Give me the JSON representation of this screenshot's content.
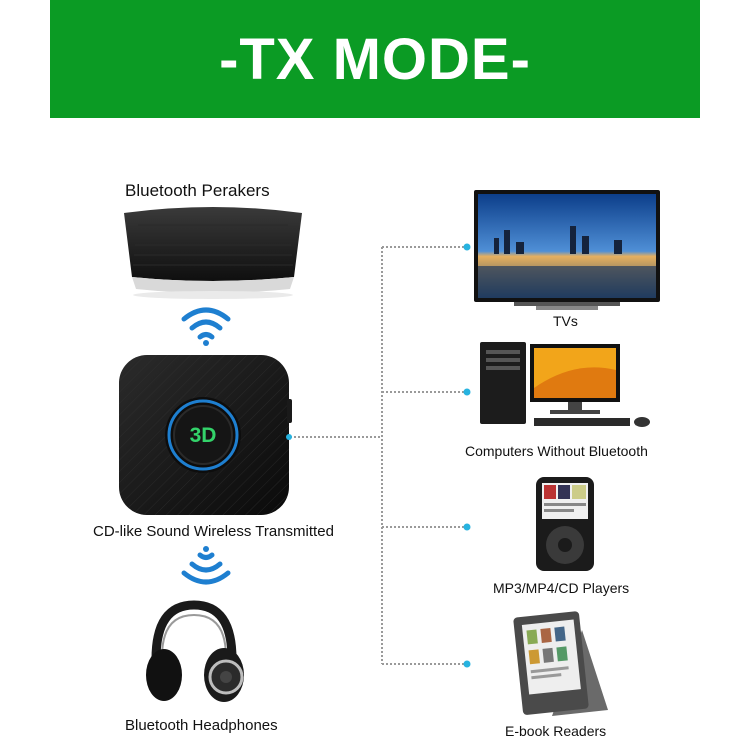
{
  "banner": {
    "title": "-TX MODE-"
  },
  "left_column": {
    "speaker_label": "Bluetooth Perakers",
    "transmitter_badge": "3D",
    "transmitter_label": "CD-like Sound Wireless Transmitted",
    "headphones_label": "Bluetooth Headphones"
  },
  "right_column": {
    "devices": [
      {
        "label": "TVs",
        "icon": "tv-icon"
      },
      {
        "label": "Computers Without Bluetooth",
        "icon": "computer-icon"
      },
      {
        "label": "MP3/MP4/CD Players",
        "icon": "mp3-player-icon"
      },
      {
        "label": "E-book Readers",
        "icon": "ebook-reader-icon"
      }
    ]
  },
  "colors": {
    "banner_green": "#0b9b24",
    "wifi_blue": "#1e7fd0",
    "badge_green": "#33d36a",
    "connector_dot": "#27b3e0"
  }
}
